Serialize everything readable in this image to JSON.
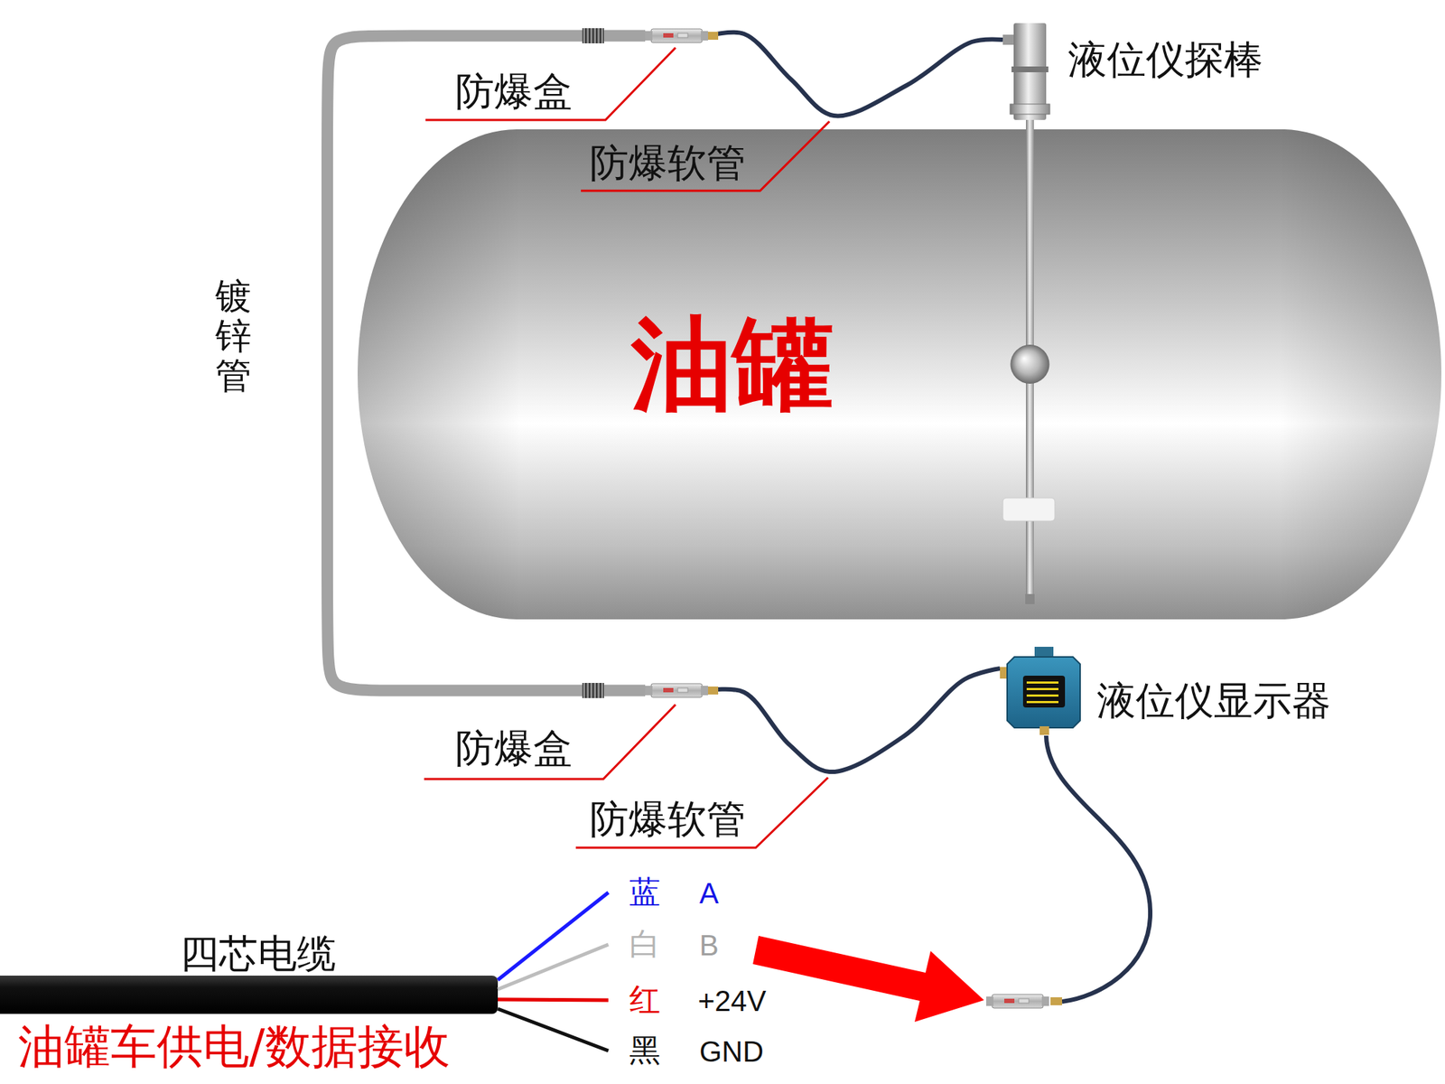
{
  "diagram": {
    "nodes": [
      {
        "text": [
          "油罐"
        ]
      },
      {
        "text": [
          "液位仪探棒"
        ]
      },
      {
        "text": [
          "防爆盒"
        ]
      },
      {
        "text": [
          "防爆盒"
        ]
      },
      {
        "text": [
          "液位仪显示器"
        ]
      },
      {
        "text": [
          "四芯电缆",
          "油罐车供电/数据接收"
        ]
      }
    ],
    "edges": [
      {
        "from": 2,
        "to": 1,
        "arrow": "none",
        "label": "防爆软管"
      },
      {
        "from": 2,
        "to": 3,
        "arrow": "none",
        "label": "镀锌管"
      },
      {
        "from": 3,
        "to": 4,
        "arrow": "none",
        "label": "防爆软管"
      }
    ],
    "labels": [
      "蓝",
      "A",
      "白",
      "B",
      "红",
      "+24V",
      "黑",
      "GND"
    ]
  }
}
